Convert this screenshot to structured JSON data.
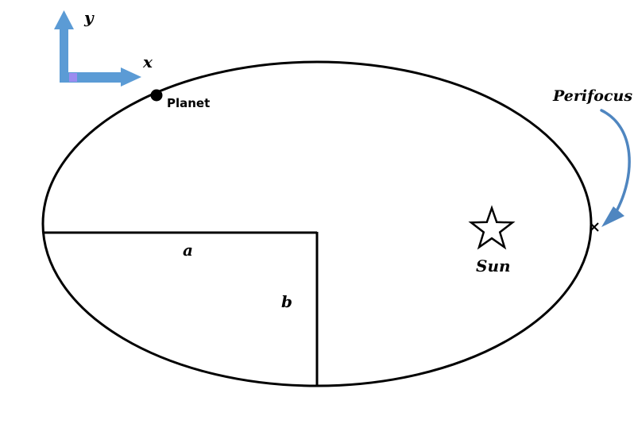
{
  "labels": {
    "axis_y": "y",
    "axis_x": "x",
    "planet": "Planet",
    "perifocus": "Perifocus",
    "sun": "Sun",
    "semi_major": "a",
    "semi_minor": "b"
  },
  "colors": {
    "axis_arrow": "#5b9bd5",
    "axis_origin": "#9b8cf0",
    "perifocus_arrow": "#4f86c0",
    "ellipse_stroke": "#000000",
    "planet_fill": "#000000",
    "sun_fill": "#ffffff"
  },
  "icons": {
    "sun": "star-icon",
    "planet": "filled-circle-icon",
    "perifocus_marker": "x-mark-icon"
  }
}
